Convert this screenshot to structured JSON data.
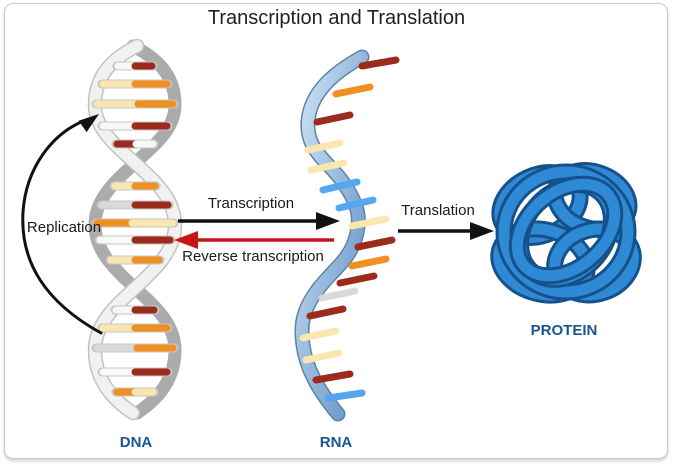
{
  "title": "Transcription and Translation",
  "labels": {
    "replication": "Replication",
    "transcription": "Transcription",
    "reverse_transcription": "Reverse transcription",
    "translation": "Translation",
    "dna": "DNA",
    "rna": "RNA",
    "protein": "PROTEIN"
  },
  "colors": {
    "title_text": "#1f1f1f",
    "arrow_black": "#111111",
    "arrow_red": "#c41616",
    "molecule_label_blue": "#19568f",
    "dna_ribbon_front": "#f1f1f1",
    "dna_ribbon_front_edge": "#c2c2c2",
    "dna_ribbon_back": "#ababab",
    "rung_backing": "#c6c6c6",
    "base_dark_red": "#9b2b1b",
    "base_orange": "#f09022",
    "base_cream": "#fae6ae",
    "base_white": "#f8f8f8",
    "base_gray": "#d9d9d9",
    "rna_ribbon_edge": "#5d83a8",
    "rna_ribbon_light": "#cfe3f5",
    "rna_ribbon_dark": "#5e8fc4",
    "rna_peg_blue": "#55a6ef",
    "protein_blue": "#2f8ad6",
    "protein_blue_dark": "#15518a",
    "canvas_border": "#c6cbd0"
  }
}
